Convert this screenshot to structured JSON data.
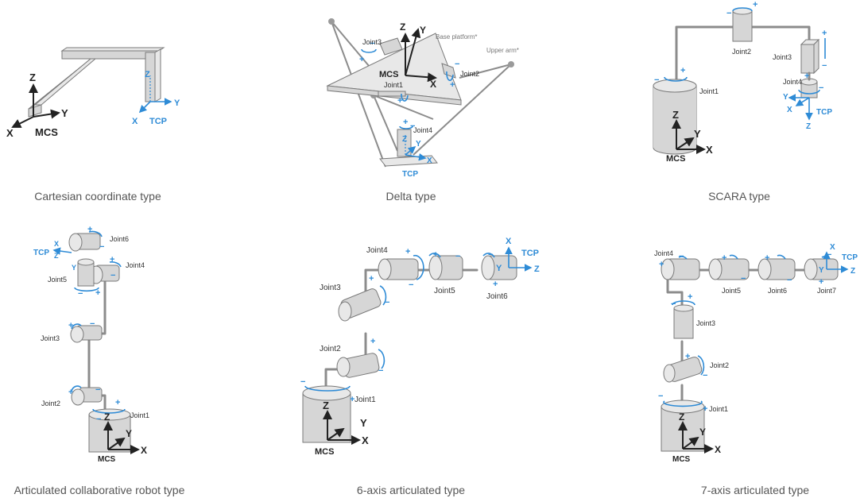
{
  "captions": {
    "cartesian": "Cartesian coordinate type",
    "delta": "Delta type",
    "scara": "SCARA type",
    "collab": "Articulated collaborative robot type",
    "six_axis": "6-axis articulated type",
    "seven_axis": "7-axis articulated type"
  },
  "frames": {
    "mcs": "MCS",
    "tcp": "TCP"
  },
  "axes": {
    "x": "X",
    "y": "Y",
    "z": "Z"
  },
  "signs": {
    "plus": "+",
    "minus": "−"
  },
  "joints": {
    "j1": "Joint1",
    "j2": "Joint2",
    "j3": "Joint3",
    "j4": "Joint4",
    "j5": "Joint5",
    "j6": "Joint6",
    "j7": "Joint7"
  },
  "delta_notes": {
    "base_platform": "Base platform*",
    "upper_arm": "Upper arm*"
  },
  "colors": {
    "accent": "#2e8bd6",
    "body": "#d6d6d6",
    "link": "#8c8c8c",
    "axis": "#222222"
  }
}
